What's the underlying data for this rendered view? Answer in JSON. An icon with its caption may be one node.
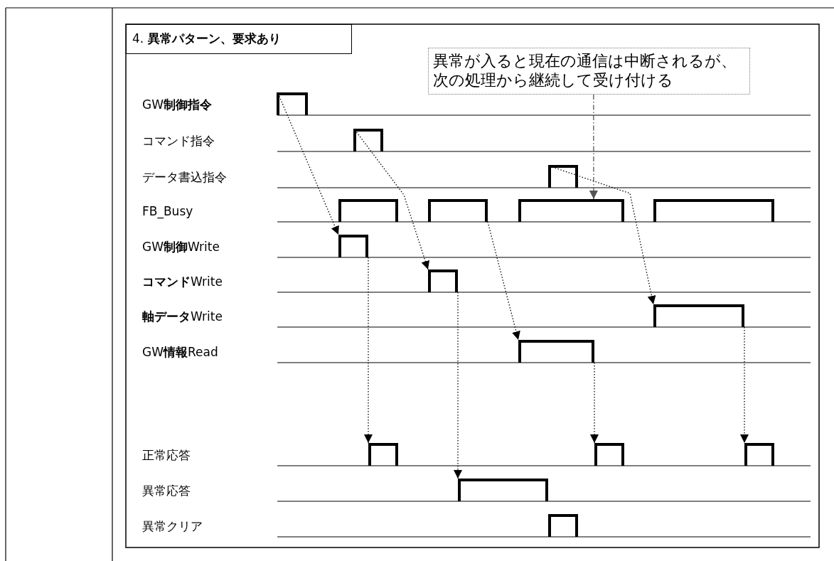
{
  "diagram": {
    "nodes": [
      {
        "text": [
          "4. **異常パターン、要求あり**"
        ]
      },
      {
        "text": [
          "異常が入ると現在の通信は中断されるが、次の処理から継続して受け付ける"
        ]
      },
      {
        "text": [],
        "shape": "pulse"
      },
      {
        "text": [],
        "shape": "pulse"
      },
      {
        "text": [],
        "shape": "pulse"
      },
      {
        "text": [],
        "shape": "pulse"
      },
      {
        "text": [],
        "shape": "pulse"
      },
      {
        "text": [],
        "shape": "pulse"
      },
      {
        "text": [],
        "shape": "pulse"
      },
      {
        "text": [],
        "shape": "pulse"
      },
      {
        "text": [],
        "shape": "pulse"
      },
      {
        "text": [],
        "shape": "pulse"
      },
      {
        "text": [],
        "shape": "pulse"
      },
      {
        "text": [],
        "shape": "pulse"
      },
      {
        "text": [],
        "shape": "pulse"
      },
      {
        "text": [],
        "shape": "pulse"
      },
      {
        "text": [],
        "shape": "pulse"
      },
      {
        "text": [],
        "shape": "pulse"
      }
    ],
    "edges": [
      {
        "from": 2,
        "to": 9,
        "arrow": "to"
      },
      {
        "from": 3,
        "to": 10,
        "arrow": "to"
      },
      {
        "from": 6,
        "to": 12,
        "arrow": "to"
      },
      {
        "from": 4,
        "to": 11,
        "arrow": "to"
      },
      {
        "from": 9,
        "to": 13,
        "arrow": "to"
      },
      {
        "from": 10,
        "to": 16,
        "arrow": "to"
      },
      {
        "from": 12,
        "to": 14,
        "arrow": "to"
      },
      {
        "from": 11,
        "to": 15,
        "arrow": "to"
      },
      {
        "from": 1,
        "to": 7,
        "arrow": "to",
        "style": "dashed",
        "color": "#555555"
      }
    ],
    "labels": [
      "GW**制御指令**",
      "コマンド指令",
      "データ書込指令",
      "FB_Busy",
      "GW**制御**Write",
      "**コマンド**Write",
      "**軸データ**Write",
      "GW**情報**Read",
      "正常応答",
      "異常応答",
      "異常クリア"
    ]
  }
}
